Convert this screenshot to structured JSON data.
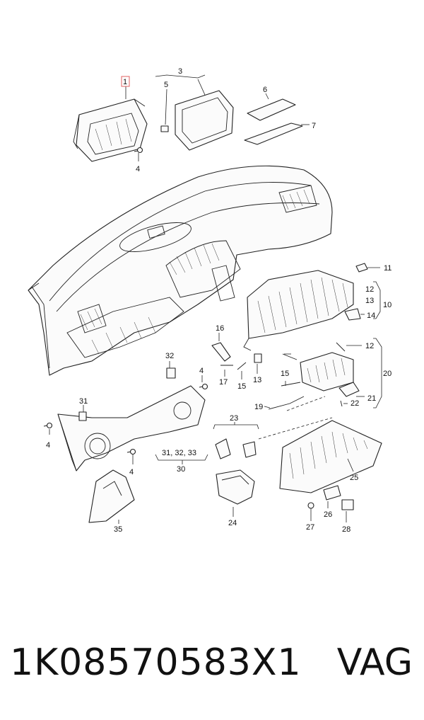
{
  "diagram": {
    "callouts": [
      "1",
      "3",
      "4",
      "5",
      "6",
      "7",
      "11",
      "12",
      "13",
      "10",
      "14",
      "16",
      "12",
      "20",
      "32",
      "4",
      "17",
      "15",
      "13",
      "15",
      "21",
      "19",
      "22",
      "31",
      "23",
      "4",
      "4",
      "31, 32, 33",
      "30",
      "25",
      "24",
      "27",
      "26",
      "28",
      "35"
    ]
  },
  "footer": {
    "part_number": "1K08570583X1",
    "brand": "VAG"
  }
}
